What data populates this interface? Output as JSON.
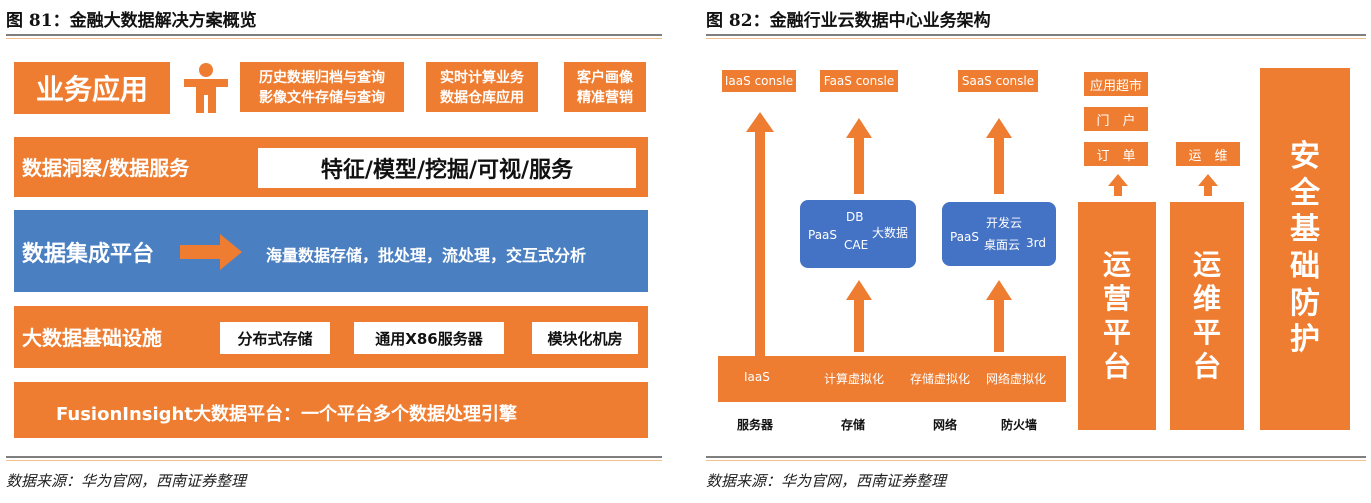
{
  "fig81": {
    "title": "图 81：金融大数据解决方案概览",
    "source": "数据来源：华为官网，西南证券整理",
    "business": {
      "label": "业务应用",
      "boxes": [
        {
          "line1": "历史数据归档与查询",
          "line2": "影像文件存储与查询"
        },
        {
          "line1": "实时计算业务",
          "line2": "数据仓库应用"
        },
        {
          "line1": "客户画像",
          "line2": "精准营销"
        }
      ]
    },
    "insight": {
      "label": "数据洞察/数据服务",
      "box": "特征/模型/挖掘/可视/服务"
    },
    "integration": {
      "label": "数据集成平台",
      "text": "海量数据存储，批处理，流处理，交互式分析"
    },
    "infra": {
      "label": "大数据基础设施",
      "boxes": [
        "分布式存储",
        "通用X86服务器",
        "模块化机房"
      ]
    },
    "fusion": {
      "label": "FusionInsight大数据平台：一个平台多个数据处理引擎"
    },
    "colors": {
      "orange": "#ee7d31",
      "blue": "#4a7fc1"
    }
  },
  "fig82": {
    "title": "图 82：金融行业云数据中心业务架构",
    "source": "数据来源：华为官网，西南证券整理",
    "consoles": [
      "IaaS consle",
      "FaaS consle",
      "SaaS consle"
    ],
    "paas1": {
      "tag": "PaaS",
      "l1": "DB",
      "l2": "CAE",
      "right": "大数据"
    },
    "paas2": {
      "tag": "PaaS",
      "l1": "开发云",
      "l2": "桌面云",
      "right": "3rd"
    },
    "base_labels": [
      "IaaS",
      "计算虚拟化",
      "存储虚拟化",
      "网络虚拟化"
    ],
    "bottom_labels": [
      "服务器",
      "存储",
      "网络",
      "防火墙"
    ],
    "ops_labels": [
      "应用超市",
      "门　户",
      "订　单"
    ],
    "maint_label": "运　维",
    "ops_platform": [
      "运",
      "营",
      "平",
      "台"
    ],
    "maint_platform": [
      "运",
      "维",
      "平",
      "台"
    ],
    "security": [
      "安",
      "全",
      "基",
      "础",
      "防",
      "护"
    ],
    "colors": {
      "orange": "#ee7d31",
      "blue": "#4472c4"
    }
  }
}
